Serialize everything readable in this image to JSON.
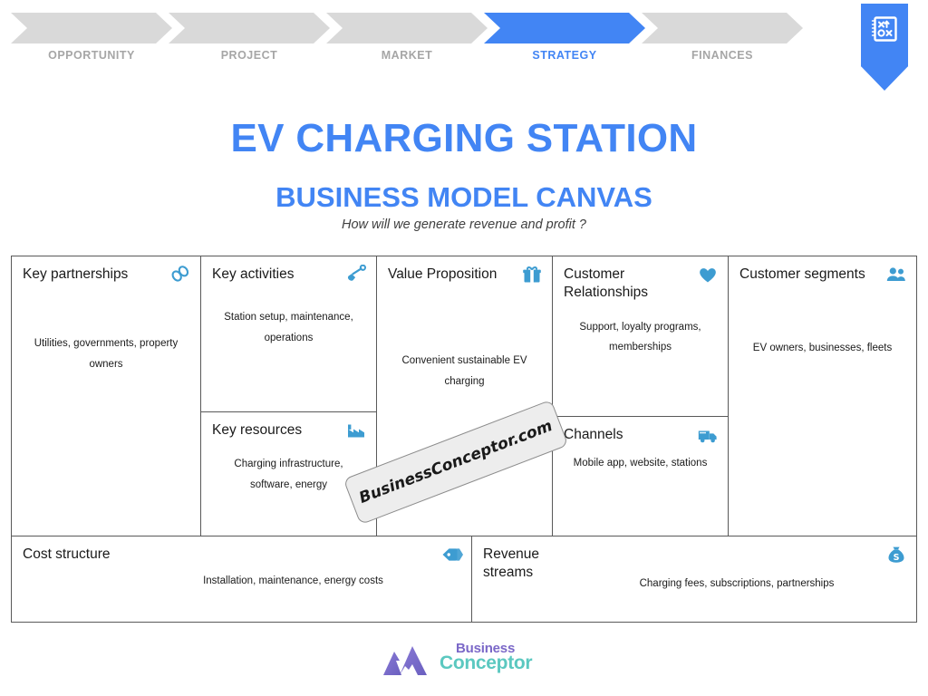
{
  "nav": {
    "steps": [
      {
        "label": "OPPORTUNITY",
        "active": false
      },
      {
        "label": "PROJECT",
        "active": false
      },
      {
        "label": "MARKET",
        "active": false
      },
      {
        "label": "STRATEGY",
        "active": true
      },
      {
        "label": "FINANCES",
        "active": false
      }
    ],
    "ribbon_icon": "strategy-playbook-icon"
  },
  "header": {
    "title": "EV CHARGING STATION",
    "subtitle": "BUSINESS MODEL CANVAS",
    "tagline": "How will we generate revenue and profit ?"
  },
  "canvas": {
    "key_partnerships": {
      "title": "Key partnerships",
      "body": "Utilities, governments, property owners",
      "icon": "chain-link-icon"
    },
    "key_activities": {
      "title": "Key activities",
      "body": "Station setup, maintenance, operations",
      "icon": "shovel-icon"
    },
    "key_resources": {
      "title": "Key resources",
      "body": "Charging infrastructure, software, energy",
      "icon": "factory-icon"
    },
    "value_proposition": {
      "title": "Value Proposition",
      "body": "Convenient sustainable EV charging",
      "icon": "gift-icon"
    },
    "customer_relationships": {
      "title": "Customer Relationships",
      "body": "Support, loyalty programs, memberships",
      "icon": "heart-icon"
    },
    "channels": {
      "title": "Channels",
      "body": "Mobile app, website, stations",
      "icon": "truck-icon"
    },
    "customer_segments": {
      "title": "Customer segments",
      "body": "EV owners, businesses, fleets",
      "icon": "users-icon"
    },
    "cost_structure": {
      "title": "Cost structure",
      "body": "Installation, maintenance, energy costs",
      "icon": "price-tag-icon"
    },
    "revenue_streams": {
      "title": "Revenue streams",
      "body": "Charging fees, subscriptions, partnerships",
      "icon": "money-bag-icon"
    }
  },
  "watermark": {
    "text": "BusinessConceptor.com"
  },
  "footer": {
    "brand_line1": "Business",
    "brand_line2": "Conceptor",
    "logo_icon": "mountains-logo-icon"
  },
  "colors": {
    "accent_blue": "#4285f4",
    "icon_blue": "#3d9cd1",
    "inactive_gray": "#d9d9d9",
    "label_gray": "#a6a6a6",
    "border_gray": "#595959",
    "brand_purple": "#7b68c8",
    "brand_teal": "#5bc8c0"
  }
}
